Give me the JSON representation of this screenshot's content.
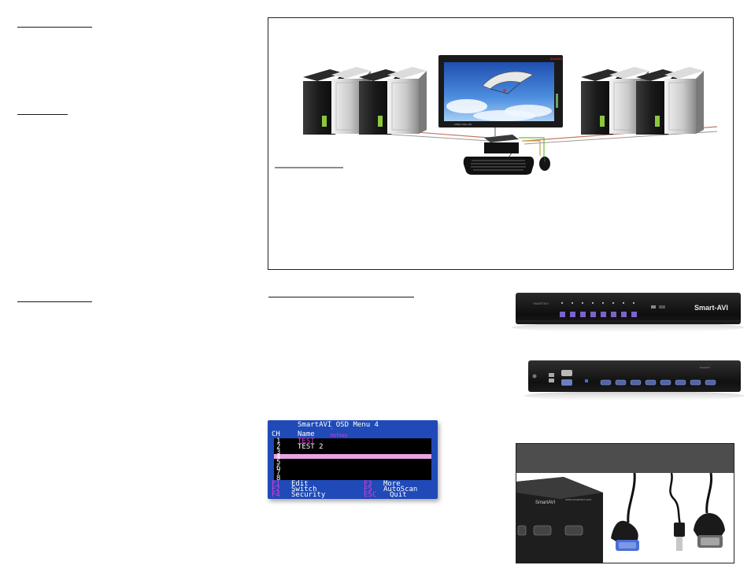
{
  "diagram": {
    "monitor_brand": "SmartAVI",
    "monitor_caption": "1080p Video HD",
    "monitor_brand_color": "#d0202a"
  },
  "osd": {
    "title": "SmartAVI OSD Menu 4",
    "header_ch": "CH",
    "header_name": "Name",
    "header_hot": "Hotkey",
    "rows": [
      "1",
      "2",
      "3",
      "4",
      "5",
      "6",
      "7",
      "8"
    ],
    "names": [
      "TEST",
      "TEST 2"
    ],
    "keys": [
      {
        "key": "F1",
        "label": "Edit"
      },
      {
        "key": "F2",
        "label": "Switch"
      },
      {
        "key": "F4",
        "label": "Security"
      },
      {
        "key": "F3",
        "label": "More"
      },
      {
        "key": "F5",
        "label": "AutoScan"
      },
      {
        "key": "ESC",
        "label": "Quit"
      }
    ]
  },
  "products": {
    "front_logo": "Smart-AVI",
    "front_tag": "SMARTAVI",
    "back_brand": "SmartAVI",
    "cable_brand": "SmartAVI",
    "cable_url": "www.smartavi.com"
  },
  "colors": {
    "accent_purple": "#7d63c9",
    "osd_blue": "#1f4ab8",
    "osd_magenta": "#e63bd4",
    "osd_highlight": "#e7a5e1"
  }
}
